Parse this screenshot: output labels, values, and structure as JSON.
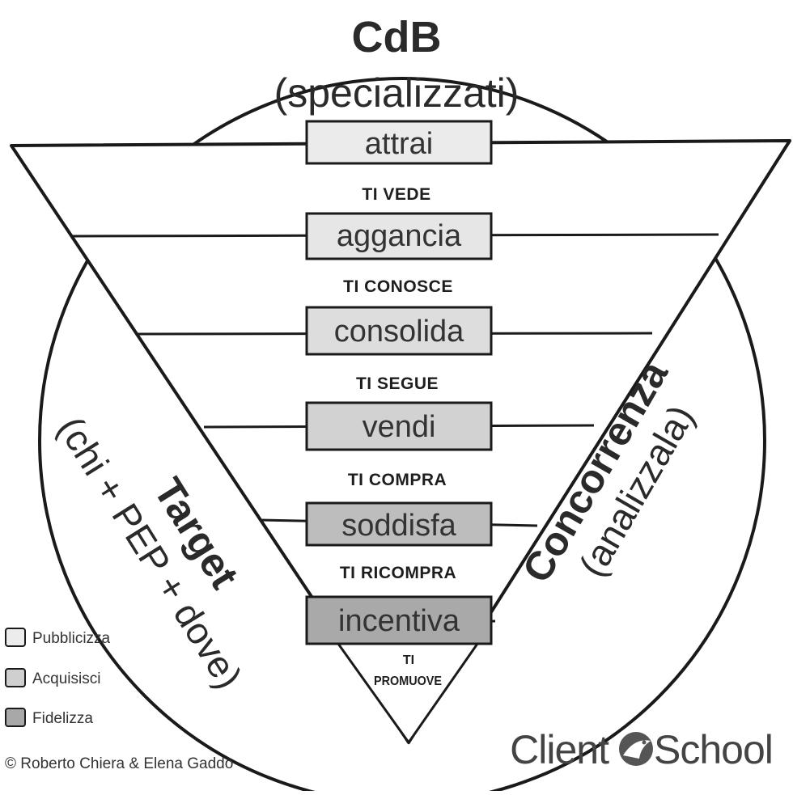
{
  "header": {
    "title": "CdB",
    "subtitle": "(specializzati)"
  },
  "funnel": {
    "stages": [
      {
        "label": "attrai",
        "fill": "#ebebeb"
      },
      {
        "label": "aggancia",
        "fill": "#e6e6e6"
      },
      {
        "label": "consolida",
        "fill": "#dddddd"
      },
      {
        "label": "vendi",
        "fill": "#d2d2d2"
      },
      {
        "label": "soddisfa",
        "fill": "#bdbdbd"
      },
      {
        "label": "incentiva",
        "fill": "#a9a9a9"
      }
    ],
    "steps": [
      "TI VEDE",
      "TI CONOSCE",
      "TI SEGUE",
      "TI COMPRA",
      "TI RICOMPRA"
    ],
    "tip_line1": "TI",
    "tip_line2": "PROMUOVE"
  },
  "left_side": {
    "title": "Target",
    "subtitle": "(chi + PEP + dove)"
  },
  "right_side": {
    "title": "Concorrenza",
    "subtitle": "(analizzala)"
  },
  "legend": {
    "items": [
      {
        "label": "Pubblicizza",
        "color": "#ececec"
      },
      {
        "label": "Acquisisci",
        "color": "#cfcfcf"
      },
      {
        "label": "Fidelizza",
        "color": "#a8a8a8"
      }
    ]
  },
  "footer": {
    "copyright": "© Roberto Chiera & Elena Gaddò",
    "brand_left": "Client",
    "brand_right": "School"
  },
  "colors": {
    "ink": "#1a1a1a",
    "background": "#ffffff"
  }
}
